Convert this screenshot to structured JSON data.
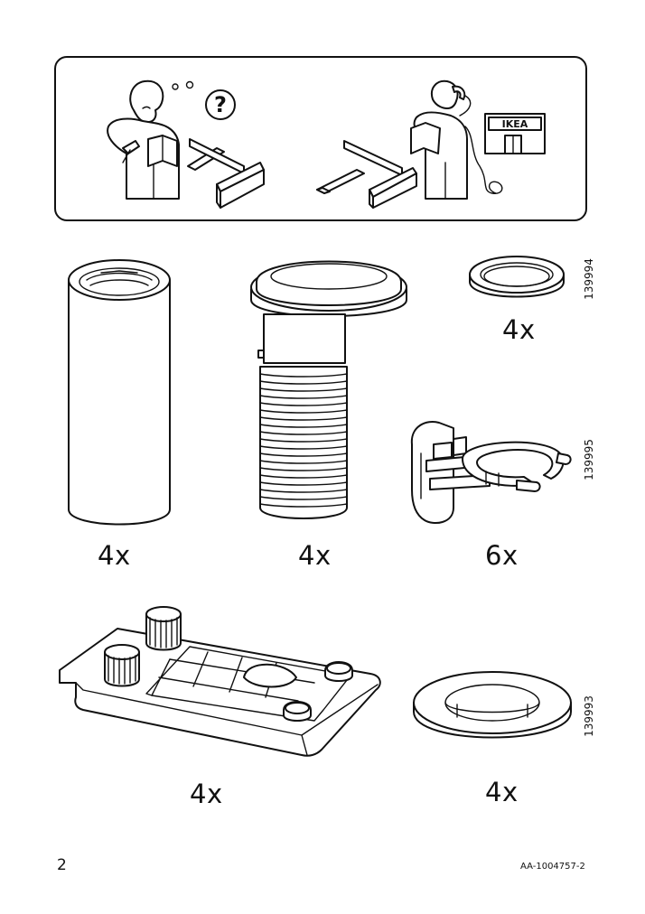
{
  "help_panel": {
    "confused_person_icon": "confused-assembler-icon",
    "question_mark": "?",
    "helper_person_icon": "phone-helper-icon",
    "store_sign": "IKEA"
  },
  "parts": [
    {
      "id": "tube",
      "quantity": "4x",
      "article_number": ""
    },
    {
      "id": "threaded-leg-insert",
      "quantity": "4x",
      "article_number": ""
    },
    {
      "id": "small-ring",
      "quantity": "4x",
      "article_number": "139994"
    },
    {
      "id": "clip-bracket",
      "quantity": "6x",
      "article_number": "139995"
    },
    {
      "id": "base-plate-with-adjusters",
      "quantity": "4x",
      "article_number": ""
    },
    {
      "id": "large-ring",
      "quantity": "4x",
      "article_number": "139993"
    }
  ],
  "footer": {
    "page_number": "2",
    "document_code": "AA-1004757-2"
  }
}
